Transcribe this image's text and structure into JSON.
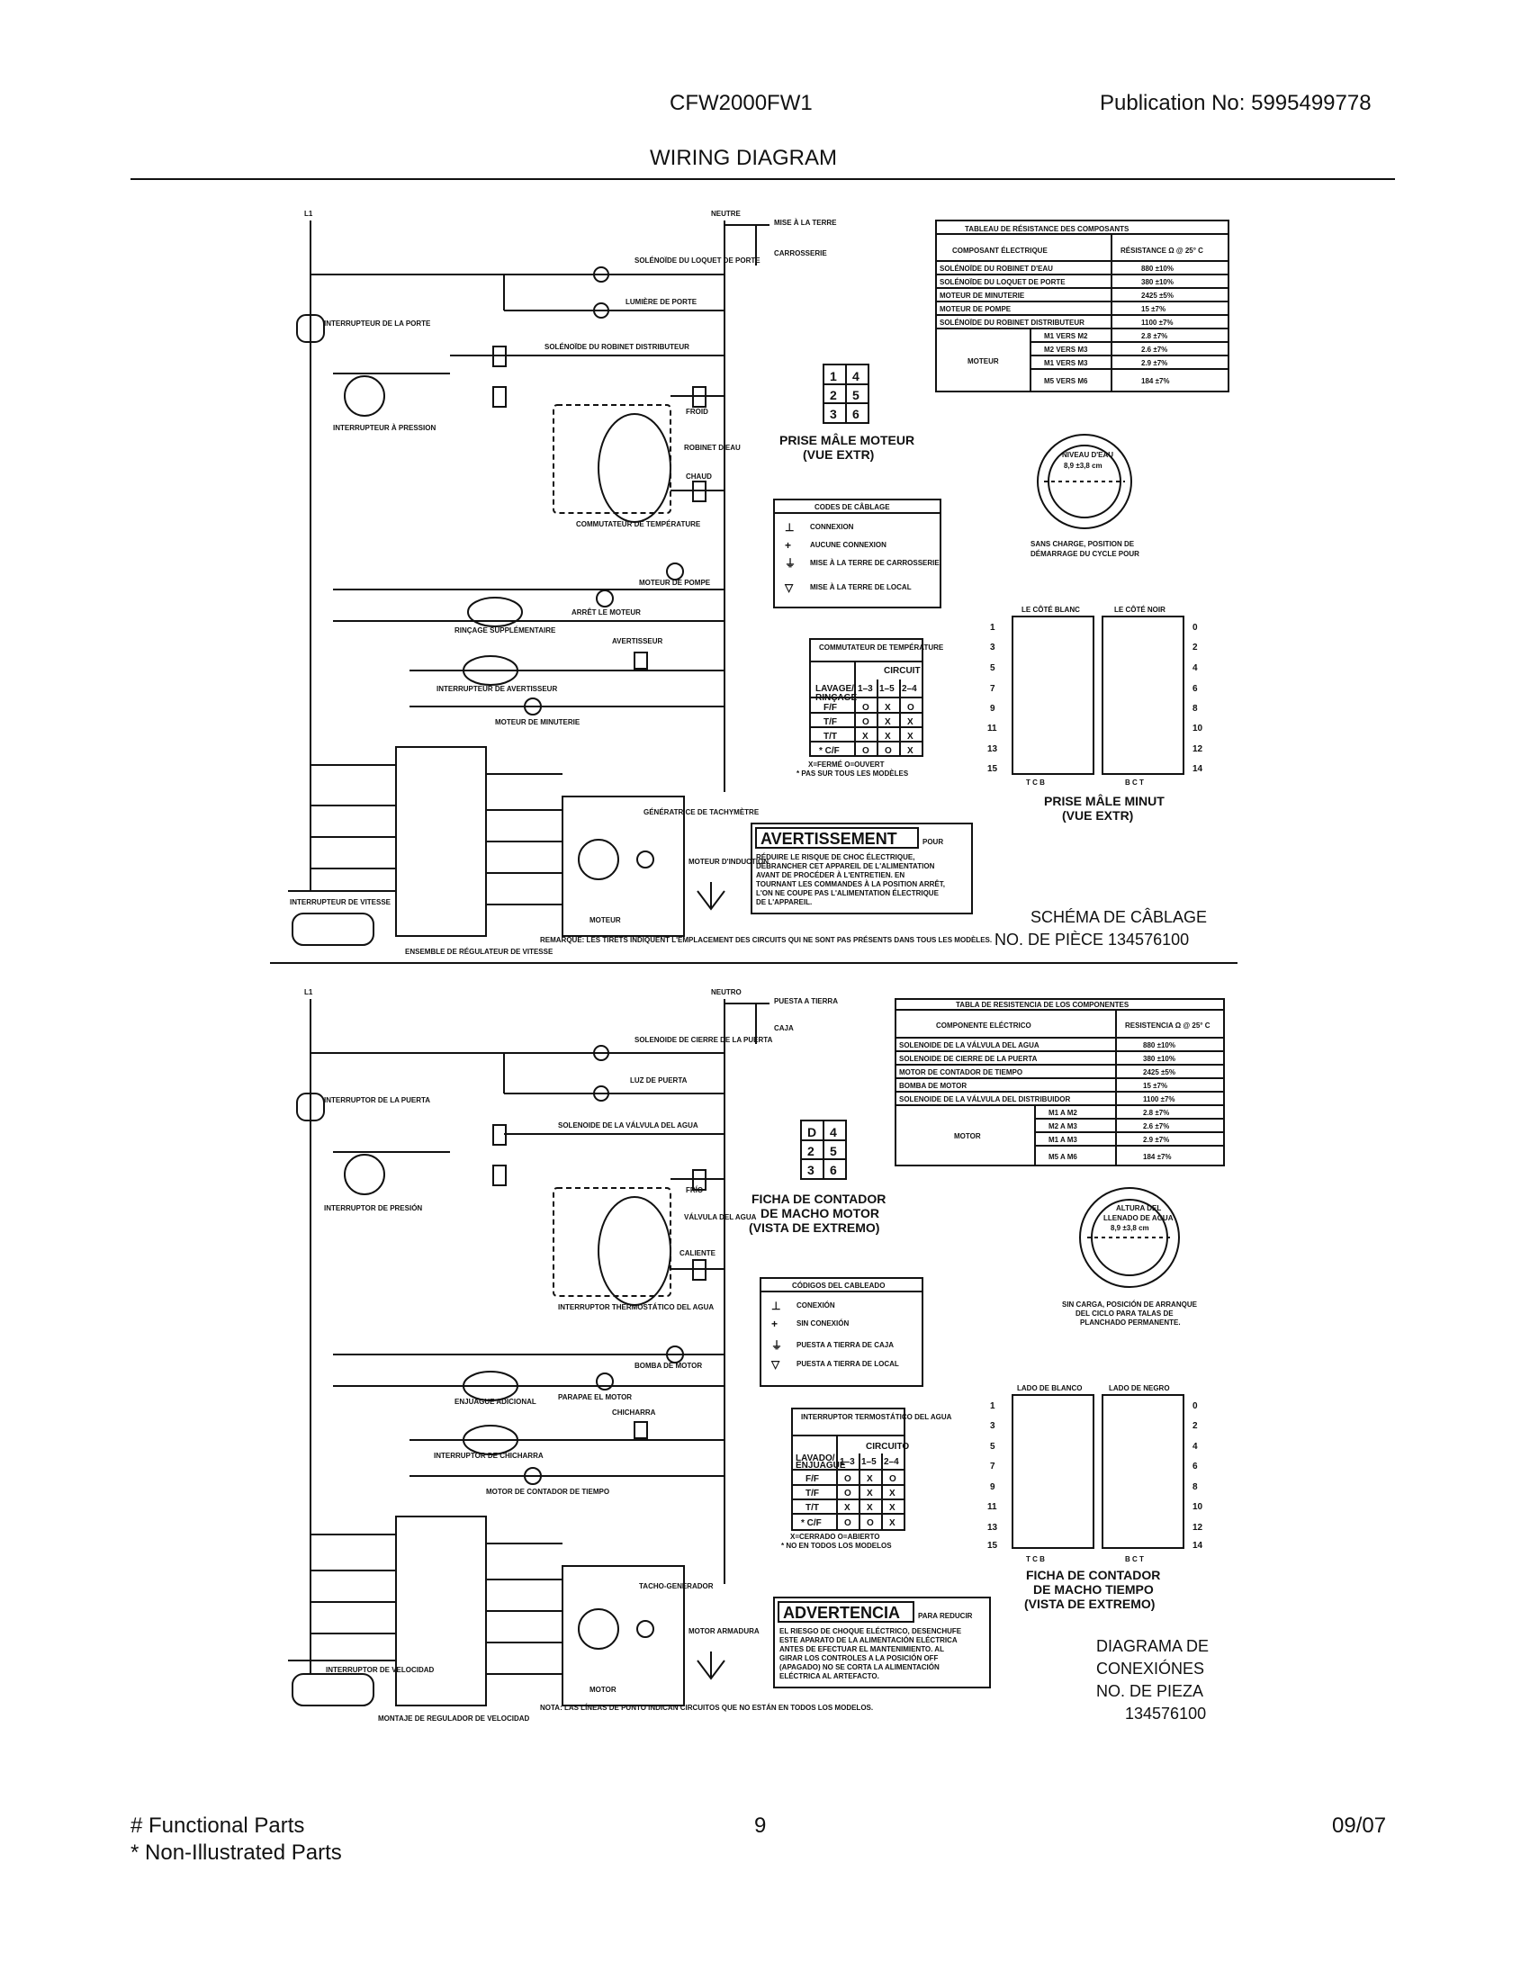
{
  "header": {
    "model": "CFW2000FW1",
    "publication": "Publication No:  5995499778",
    "title": "WIRING DIAGRAM"
  },
  "french": {
    "resistance_table": {
      "title": "TABLEAU DE RÉSISTANCE DES COMPOSANTS",
      "col1": "COMPOSANT ÉLECTRIQUE",
      "col2": "RÉSISTANCE Ω @ 25° C",
      "rows": [
        [
          "SOLÉNOÏDE DU ROBINET D'EAU",
          "880 ±10%"
        ],
        [
          "SOLÉNOÏDE DU LOQUET DE PORTE",
          "380 ±10%"
        ],
        [
          "MOTEUR DE MINUTERIE",
          "2425 ±5%"
        ],
        [
          "MOTEUR DE POMPE",
          "15 ±7%"
        ],
        [
          "SOLÉNOÏDE DU ROBINET DISTRIBUTEUR",
          "1100 ±7%"
        ]
      ],
      "motor_label": "MOTEUR",
      "motor_rows": [
        [
          "M1 VERS M2",
          "2.8 ±7%"
        ],
        [
          "M2 VERS M3",
          "2.6 ±7%"
        ],
        [
          "M1 VERS M3",
          "2.9 ±7%"
        ],
        [
          "M5 VERS M6",
          "184 ±7%"
        ]
      ]
    },
    "plug_label": "PRISE MÂLE MOTEUR",
    "plug_sub": "(VUE EXTR)",
    "water_level": "NIVEAU D'EAU",
    "water_level_val": "8,9 ±3,8 cm",
    "water_caption_1": "SANS CHARGE, POSITION DE",
    "water_caption_2": "DÉMARRAGE DU CYCLE POUR",
    "codes": {
      "title": "CODES DE CÂBLAGE",
      "items": [
        "CONNEXION",
        "AUCUNE CONNEXION",
        "MISE À LA TERRE DE CARROSSERIE",
        "MISE À LA TERRE DE LOCAL"
      ]
    },
    "temp_switch_title": "COMMUTATEUR DE TEMPÉRATURE",
    "temp_switch_note_1": "X=FERMÉ  O=OUVERT",
    "temp_switch_note_2": "* PAS SUR TOUS LES MODÈLES",
    "side_white": "LE CÔTÉ BLANC",
    "side_black": "LE CÔTÉ NOIR",
    "timer_plug": "PRISE MÂLE MINUT",
    "timer_plug_sub": "(VUE EXTR)",
    "warning_title": "AVERTISSEMENT",
    "warning_pour": "POUR",
    "warning_lines": [
      "RÉDUIRE LE RISQUE DE CHOC ÉLECTRIQUE,",
      "DÉBRANCHER CET APPAREIL DE L'ALIMENTATION",
      "AVANT DE PROCÉDER À L'ENTRETIEN. EN",
      "TOURNANT LES COMMANDES À LA POSITION ARRÊT,",
      "L'ON NE COUPE PAS L'ALIMENTATION ÉLECTRIQUE",
      "DE L'APPAREIL."
    ],
    "schema_1": "SCHÉMA DE CÂBLAGE",
    "schema_2": "NO. DE PIÈCE 134576100",
    "labels": [
      "L1",
      "NEUTRE",
      "MISE À LA TERRE",
      "CARROSSERIE",
      "SOLÉNOÏDE DU LOQUET DE PORTE",
      "LUMIÈRE DE PORTE",
      "SOLÉNOÏDE DU ROBINET DISTRIBUTEUR",
      "INTERRUPTEUR DE LA PORTE",
      "INTERRUPTEUR À PRESSION",
      "FROID",
      "ROBINET D'EAU",
      "CHAUD",
      "COMMUTATEUR DE TEMPÉRATURE",
      "MOTEUR DE POMPE",
      "ARRÊT LE MOTEUR",
      "RINÇAGE SUPPLÉMENTAIRE",
      "AVERTISSEUR",
      "INTERRUPTEUR DE AVERTISSEUR",
      "MOTEUR DE MINUTERIE",
      "INTERRUPTEUR DE VITESSE",
      "ENSEMBLE DE RÉGULATEUR DE VITESSE",
      "MOTEUR",
      "GÉNÉRATRICE DE TACHYMÈTRE",
      "MOTEUR D'INDUCTION",
      "REMARQUE: LES TIRETS INDIQUENT L'EMPLACEMENT DES CIRCUITS QUI NE SONT PAS PRÉSENTS DANS TOUS LES MODÈLES."
    ]
  },
  "spanish": {
    "resistance_table": {
      "title": "TABLA DE RESISTENCIA DE LOS COMPONENTES",
      "col1": "COMPONENTE ELÉCTRICO",
      "col2": "RESISTENCIA Ω @ 25° C",
      "rows": [
        [
          "SOLENOIDE DE LA VÁLVULA DEL AGUA",
          "880 ±10%"
        ],
        [
          "SOLENOIDE DE CIERRE DE LA PUERTA",
          "380 ±10%"
        ],
        [
          "MOTOR DE CONTADOR DE TIEMPO",
          "2425 ±5%"
        ],
        [
          "BOMBA DE MOTOR",
          "15 ±7%"
        ],
        [
          "SOLENOIDE DE LA VÁLVULA DEL DISTRIBUIDOR",
          "1100 ±7%"
        ]
      ],
      "motor_label": "MOTOR",
      "motor_rows": [
        [
          "M1 A M2",
          "2.8 ±7%"
        ],
        [
          "M2 A M3",
          "2.6 ±7%"
        ],
        [
          "M1 A M3",
          "2.9 ±7%"
        ],
        [
          "M5 A M6",
          "184 ±7%"
        ]
      ]
    },
    "plug_label_1": "FICHA DE CONTADOR",
    "plug_label_2": "DE MACHO MOTOR",
    "plug_sub": "(VISTA DE EXTREMO)",
    "water_level_1": "ALTURA DEL",
    "water_level_2": "LLENADO DE AGUA",
    "water_level_val": "8,9 ±3,8 cm",
    "water_caption_1": "SIN CARGA, POSICIÓN DE ARRANQUE",
    "water_caption_2": "DEL CICLO PARA TALAS DE",
    "water_caption_3": "PLANCHADO PERMANENTE.",
    "codes": {
      "title": "CÓDIGOS DEL CABLEADO",
      "items": [
        "CONEXIÓN",
        "SIN CONEXIÓN",
        "PUESTA A TIERRA DE CAJA",
        "PUESTA A TIERRA DE LOCAL"
      ]
    },
    "temp_switch_title": "INTERRUPTOR TERMOSTÁTICO DEL AGUA",
    "temp_switch_note_1": "X=CERRADO  O=ABIERTO",
    "temp_switch_note_2": "* NO EN TODOS LOS MODELOS",
    "side_white": "LADO DE BLANCO",
    "side_black": "LADO DE NEGRO",
    "timer_plug_1": "FICHA DE CONTADOR",
    "timer_plug_2": "DE MACHO TIEMPO",
    "timer_plug_sub": "(VISTA DE EXTREMO)",
    "warning_title": "ADVERTENCIA",
    "warning_pour": "PARA REDUCIR",
    "warning_lines": [
      "EL RIESGO DE CHOQUE ELÉCTRICO, DESENCHUFE",
      "ESTE APARATO DE LA ALIMENTACIÓN ELÉCTRICA",
      "ANTES DE EFECTUAR EL MANTENIMIENTO. AL",
      "GIRAR LOS CONTROLES A LA POSICIÓN OFF",
      "(APAGADO) NO SE CORTA LA ALIMENTACIÓN",
      "ELÉCTRICA AL ARTEFACTO."
    ],
    "schema_1": "DIAGRAMA DE",
    "schema_2": "CONEXIÓNES",
    "schema_3": "NO. DE PIEZA",
    "schema_4": "134576100",
    "labels": [
      "L1",
      "NEUTRO",
      "PUESTA A TIERRA",
      "CAJA",
      "SOLENOIDE DE CIERRE DE LA PUERTA",
      "LUZ DE PUERTA",
      "SOLENOIDE DE LA VÁLVULA DEL AGUA",
      "INTERRUPTOR DE LA PUERTA",
      "INTERRUPTOR DE PRESIÓN",
      "FRÍO",
      "VÁLVULA DEL AGUA",
      "CALIENTE",
      "INTERRUPTOR THERMOSTÁTICO DEL AGUA",
      "BOMBA DE MOTOR",
      "PARAPAE EL MOTOR",
      "ENJUAGUE ADICIONAL",
      "CHICHARRA",
      "INTERRUPTOR DE CHICHARRA",
      "MOTOR DE CONTADOR DE TIEMPO",
      "INTERRUPTOR DE VELOCIDAD",
      "MONTAJE DE REGULADOR DE VELOCIDAD",
      "MOTOR",
      "TACHO-GENERADOR",
      "MOTOR ARMADURA",
      "NOTA: LAS LÍNEAS DE PUNTO INDICAN CIRCUITOS QUE NO ESTÁN EN TODOS LOS MODELOS."
    ]
  },
  "pin_rows": {
    "left": [
      "1",
      "3",
      "5",
      "7",
      "9",
      "11",
      "13",
      "15"
    ],
    "right": [
      "0",
      "2",
      "4",
      "6",
      "8",
      "10",
      "12",
      "14"
    ],
    "foot_left": "T  C  B",
    "foot_right": "B  C  T"
  },
  "footer": {
    "functional": "# Functional Parts",
    "page": "9",
    "date": "09/07",
    "non_illustrated": "* Non-Illustrated Parts"
  }
}
